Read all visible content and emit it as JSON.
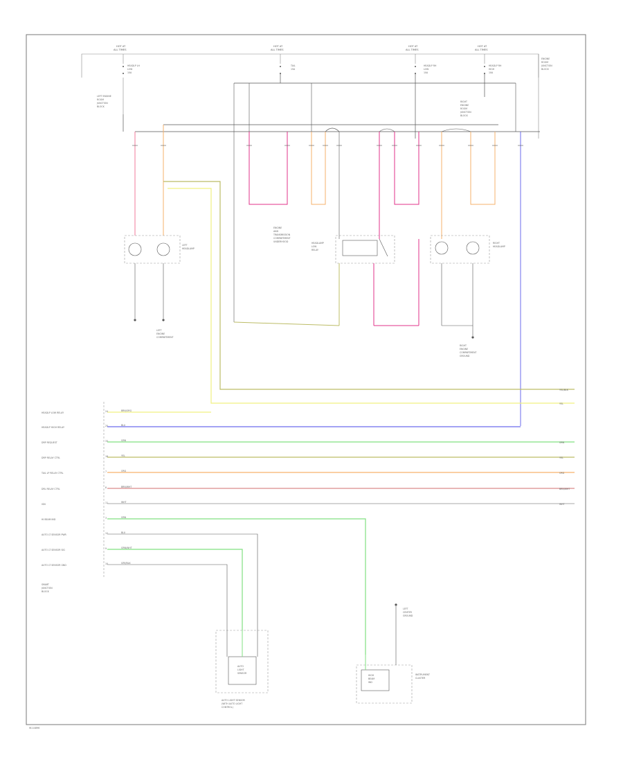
{
  "page": {
    "footer_code": "W114896"
  },
  "colors": {
    "frame": "#777777",
    "wire_black": "#555555",
    "red": "#f07a9a",
    "pink": "#e0308a",
    "orange": "#f6b26b",
    "yellow": "#f0f080",
    "olive": "#bcbc66",
    "blue": "#6a6aee",
    "green": "#80e080",
    "brown": "#d98a8a",
    "gray": "#bbbbbb"
  },
  "top_sources": [
    {
      "text1": "HOT AT",
      "text2": "ALL TIMES"
    },
    {
      "text1": "HOT AT",
      "text2": "ALL TIMES"
    },
    {
      "text1": "HOT AT",
      "text2": "ALL TIMES"
    },
    {
      "text1": "HOT AT",
      "text2": "ALL TIMES"
    }
  ],
  "fuses": [
    {
      "line1": "HEADLP LH",
      "line2": "LOW",
      "line3": "10A"
    },
    {
      "line1": "TAIL",
      "line2": "15A"
    },
    {
      "line1": "HEADLP RH",
      "line2": "LOW",
      "line3": "10A"
    },
    {
      "line1": "HEADLP RH",
      "line2": "HIGH",
      "line3": "10A"
    }
  ],
  "components": {
    "left_fuse_box": [
      "LEFT ENGINE",
      "ROOM",
      "JUNCTION",
      "BLOCK"
    ],
    "right_fuse_box": [
      "ENGINE",
      "ROOM",
      "JUNCTION",
      "BLOCK"
    ],
    "right_junction": [
      "RIGHT",
      "ENGINE",
      "ROOM",
      "JUNCTION",
      "BLOCK"
    ],
    "left_headlamp": [
      "LEFT",
      "HEADLAMP"
    ],
    "left_headlamp_ground": [
      "LEFT",
      "ENGINE",
      "COMPARTMENT"
    ],
    "center_module": [
      "ENGINE",
      "AND",
      "TRANSMISSION",
      "COMPARTMENT",
      "UNDERHOOD"
    ],
    "center_relay": [
      "HEADLAMP",
      "LOW",
      "RELAY"
    ],
    "right_headlamp": [
      "RIGHT",
      "HEADLAMP"
    ],
    "right_ground": [
      "RIGHT",
      "ENGINE",
      "COMPARTMENT",
      "GROUND"
    ],
    "smart_module": [
      "SMART",
      "JUNCTION",
      "BLOCK"
    ],
    "auto_sensor": [
      "AUTO",
      "LIGHT",
      "SENSOR"
    ],
    "auto_sensor_caption": [
      "AUTO LIGHT SENSOR",
      "(WITH AUTO LIGHT",
      "CONTROL)"
    ],
    "instrument_cluster": [
      "INSTRUMENT",
      "CLUSTER"
    ],
    "cluster_box": [
      "HIGH",
      "BEAM",
      "IND"
    ],
    "cluster_ground": [
      "LEFT",
      "CENTER",
      "GROUND"
    ]
  },
  "module_pins": [
    {
      "label": "HEADLP LOW RELAY",
      "pin": "24",
      "wire": "BRN/ORG"
    },
    {
      "label": "HEADLP HIGH RELAY",
      "pin": "25",
      "wire": "BLU"
    },
    {
      "label": "DRP REQUEST",
      "pin": "33",
      "wire": "GRN"
    },
    {
      "label": "DRP RELAY CTRL",
      "pin": "18",
      "wire": "YEL"
    },
    {
      "label": "TAIL LP RELAY CTRL",
      "pin": "7",
      "wire": "ORG"
    },
    {
      "label": "DRL RELAY CTRL",
      "pin": "8",
      "wire": "BRN/WHT"
    },
    {
      "label": "IGN",
      "pin": "11",
      "wire": "WHT"
    },
    {
      "label": "HI BEAM IND",
      "pin": "3",
      "wire": "GRN"
    },
    {
      "label": "AUTO LT SENSOR PWR",
      "pin": "12",
      "wire": "BLU"
    },
    {
      "label": "AUTO LT SENSOR SIG",
      "pin": "9",
      "wire": "GRN/WHT"
    },
    {
      "label": "AUTO LT SENSOR GND",
      "pin": "10",
      "wire": "GRY/BLK"
    }
  ],
  "right_exit_labels": [
    "YEL/BLK",
    "YEL",
    "GRN",
    "YEL",
    "ORG",
    "BRN/WHT",
    "WHT"
  ]
}
